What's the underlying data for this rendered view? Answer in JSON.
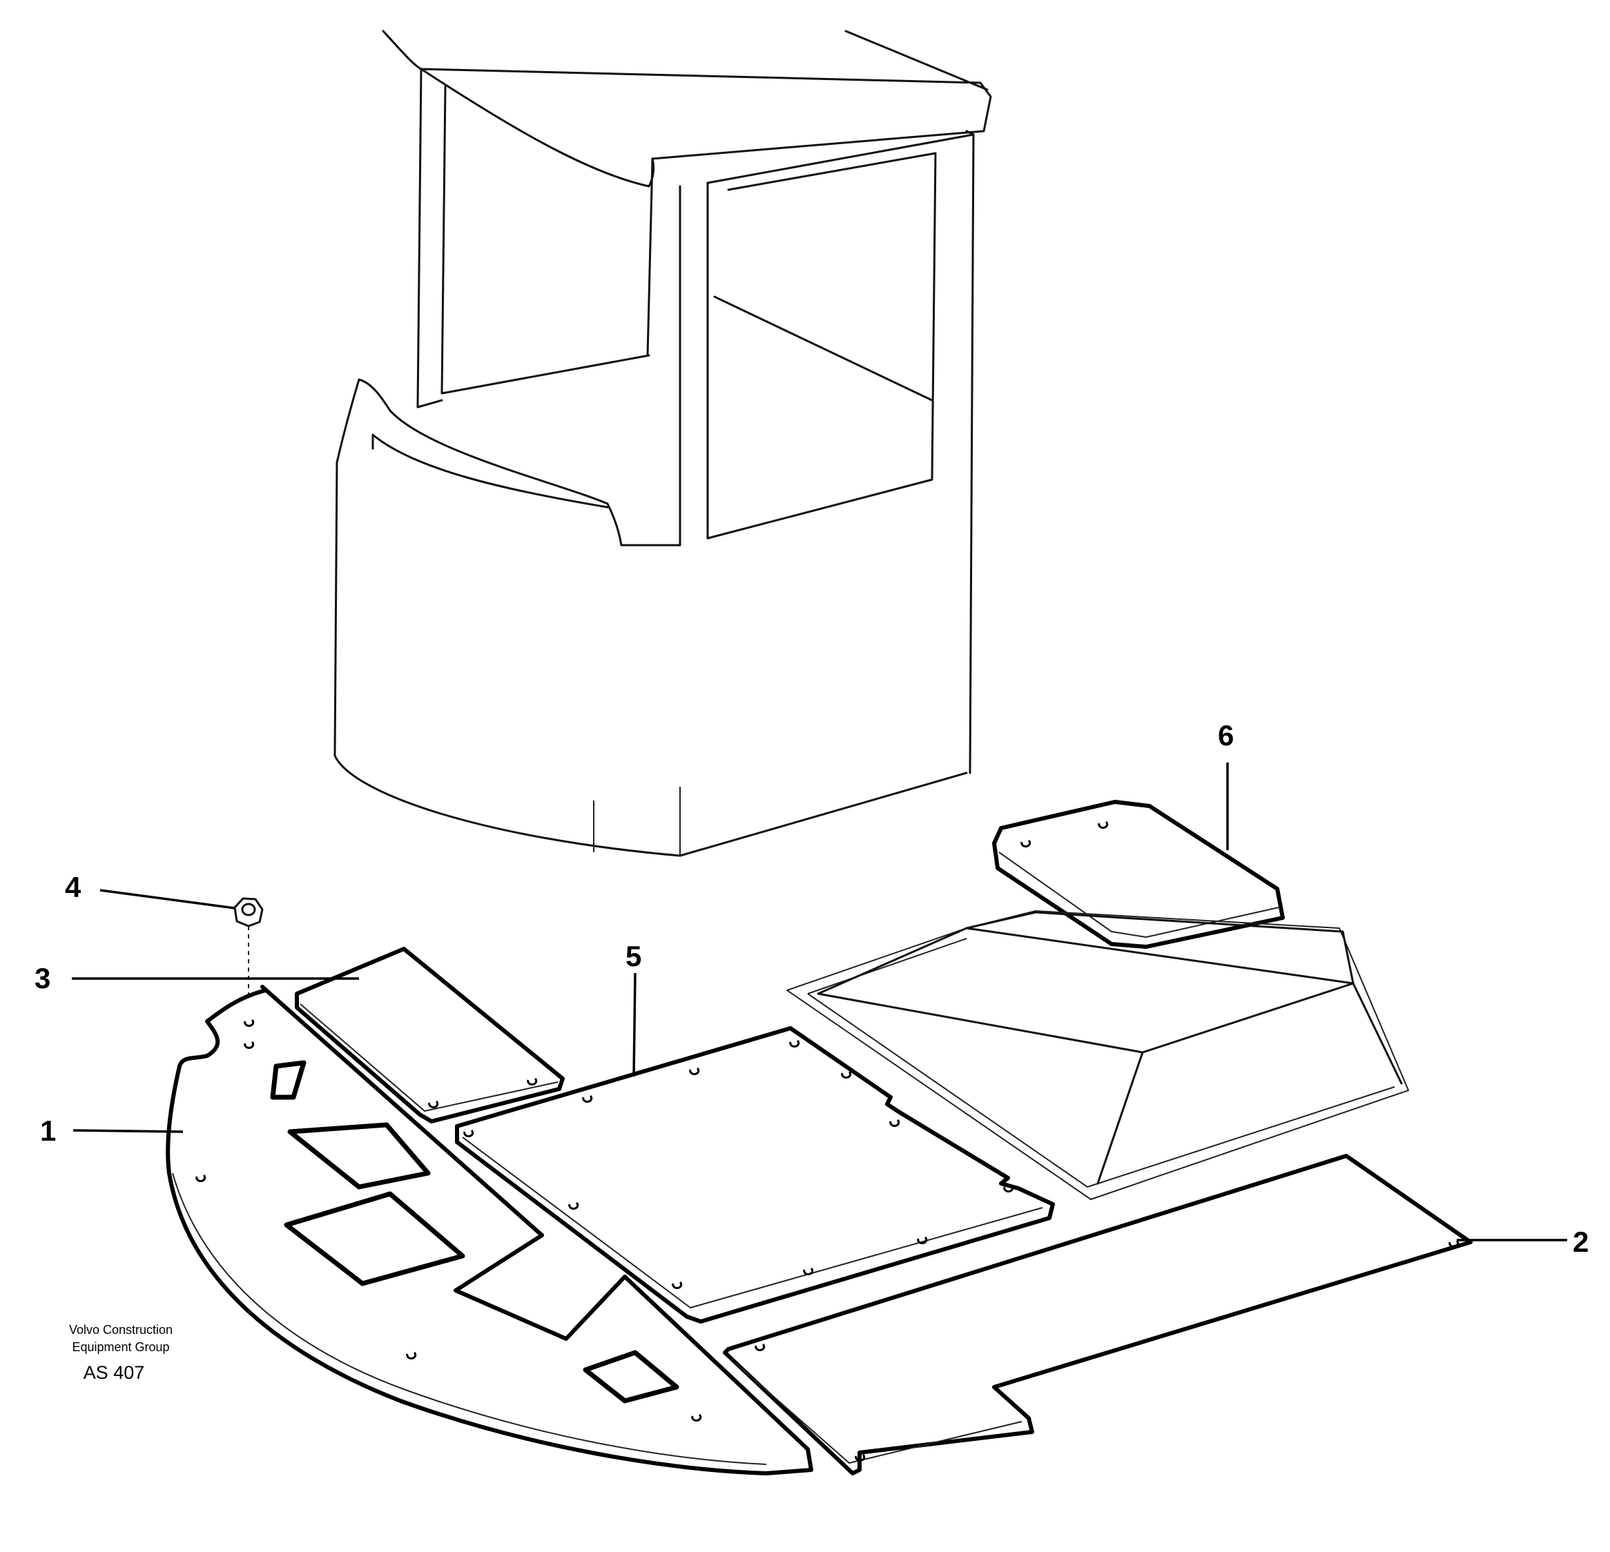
{
  "callouts": {
    "c1": "1",
    "c2": "2",
    "c3": "3",
    "c4": "4",
    "c5": "5",
    "c6": "6"
  },
  "credit": {
    "line1": "Volvo Construction",
    "line2": "Equipment Group",
    "code": "AS 407"
  }
}
